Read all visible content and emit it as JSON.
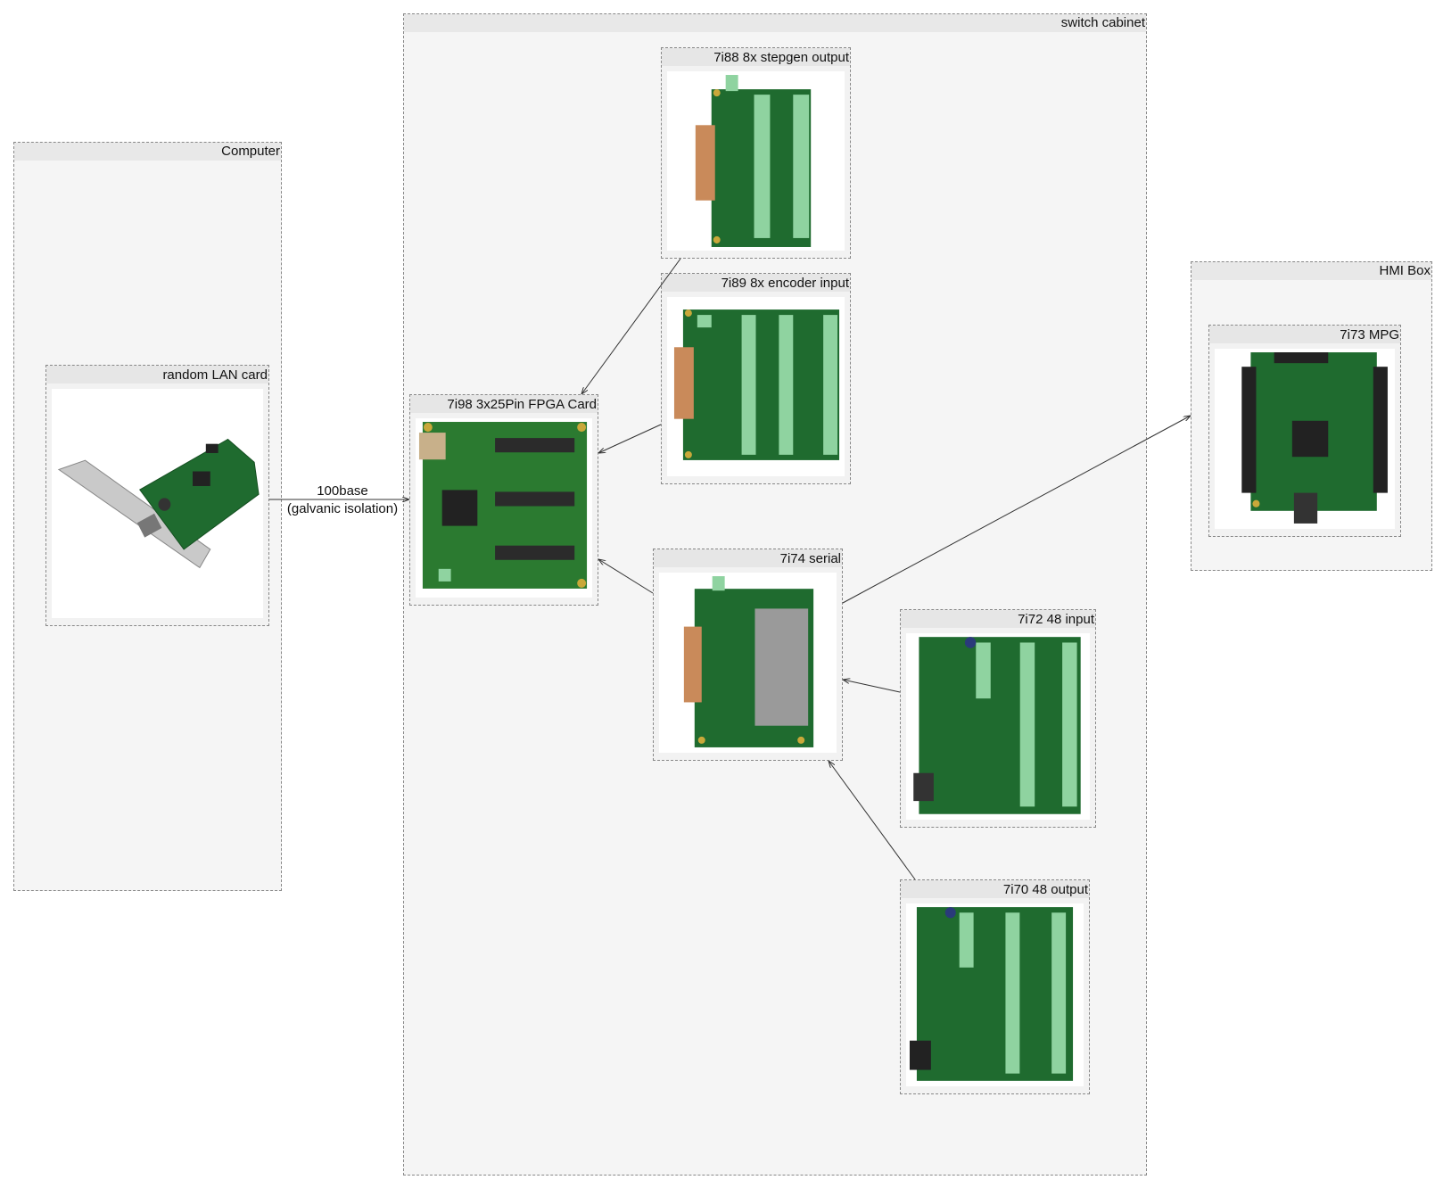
{
  "groups": {
    "computer": "Computer",
    "cabinet": "switch cabinet",
    "hmi": "HMI Box"
  },
  "nodes": {
    "lan": "random LAN card",
    "fpga": "7i98 3x25Pin FPGA Card",
    "stepgen": "7i88 8x stepgen output",
    "encoder": "7i89 8x encoder input",
    "serial": "7i74 serial",
    "input48": "7i72 48 input",
    "output48": "7i70 48 output",
    "mpg": "7i73 MPG"
  },
  "edges": {
    "lan_fpga_line1": "100base",
    "lan_fpga_line2": "(galvanic isolation)"
  },
  "colors": {
    "pcb": "#1f6b2f",
    "pcb_dark": "#164f22",
    "terminal": "#8fd3a0",
    "gold": "#c9a83a",
    "edge": "#333333"
  }
}
